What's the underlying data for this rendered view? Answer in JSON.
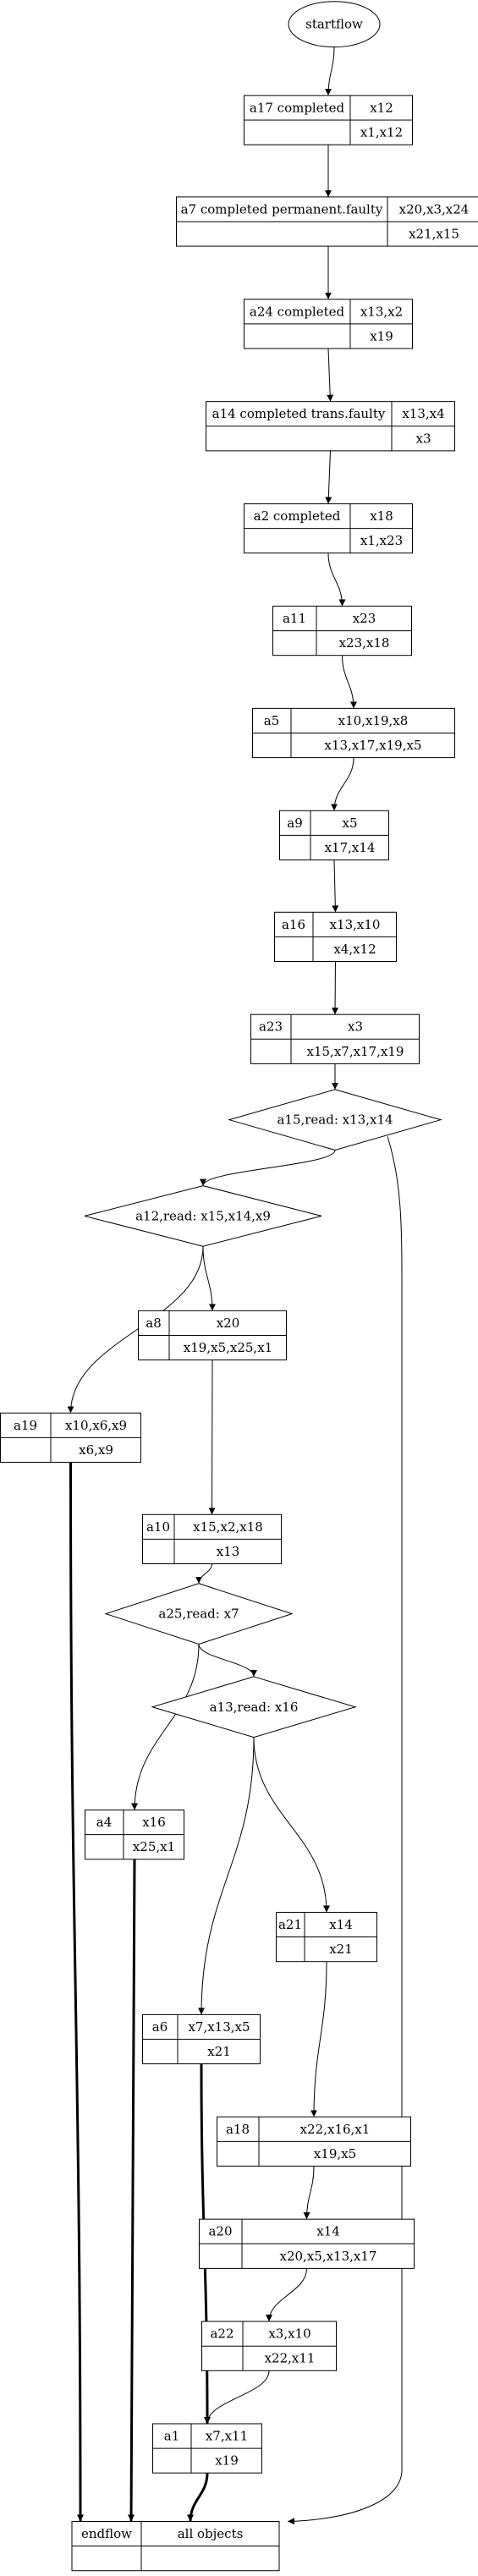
{
  "start": {
    "label": "startflow"
  },
  "nodes": [
    {
      "id": "a17",
      "label": "a17 completed",
      "top": "x12",
      "bottom": "x1,x12"
    },
    {
      "id": "a7",
      "label": "a7 completed permanent.faulty",
      "top": "x20,x3,x24",
      "bottom": "x21,x15"
    },
    {
      "id": "a24",
      "label": "a24 completed",
      "top": "x13,x2",
      "bottom": "x19"
    },
    {
      "id": "a14",
      "label": "a14 completed trans.faulty",
      "top": "x13,x4",
      "bottom": "x3"
    },
    {
      "id": "a2",
      "label": "a2 completed",
      "top": "x18",
      "bottom": "x1,x23"
    },
    {
      "id": "a11",
      "label": "a11",
      "top": "x23",
      "bottom": "x23,x18"
    },
    {
      "id": "a5",
      "label": "a5",
      "top": "x10,x19,x8",
      "bottom": "x13,x17,x19,x5"
    },
    {
      "id": "a9",
      "label": "a9",
      "top": "x5",
      "bottom": "x17,x14"
    },
    {
      "id": "a16",
      "label": "a16",
      "top": "x13,x10",
      "bottom": "x4,x12"
    },
    {
      "id": "a23",
      "label": "a23",
      "top": "x3",
      "bottom": "x15,x7,x17,x19"
    },
    {
      "id": "a8",
      "label": "a8",
      "top": "x20",
      "bottom": "x19,x5,x25,x1"
    },
    {
      "id": "a19",
      "label": "a19",
      "top": "x10,x6,x9",
      "bottom": "x6,x9"
    },
    {
      "id": "a10",
      "label": "a10",
      "top": "x15,x2,x18",
      "bottom": "x13"
    },
    {
      "id": "a4",
      "label": "a4",
      "top": "x16",
      "bottom": "x25,x1"
    },
    {
      "id": "a21",
      "label": "a21",
      "top": "x14",
      "bottom": "x21"
    },
    {
      "id": "a6",
      "label": "a6",
      "top": "x7,x13,x5",
      "bottom": "x21"
    },
    {
      "id": "a18",
      "label": "a18",
      "top": "x22,x16,x1",
      "bottom": "x19,x5"
    },
    {
      "id": "a20",
      "label": "a20",
      "top": "x14",
      "bottom": "x20,x5,x13,x17"
    },
    {
      "id": "a22",
      "label": "a22",
      "top": "x3,x10",
      "bottom": "x22,x11"
    },
    {
      "id": "a1",
      "label": "a1",
      "top": "x7,x11",
      "bottom": "x19"
    }
  ],
  "decisions": [
    {
      "id": "a15",
      "label": "a15,read: x13,x14"
    },
    {
      "id": "a12",
      "label": "a12,read: x15,x14,x9"
    },
    {
      "id": "a25",
      "label": "a25,read: x7"
    },
    {
      "id": "a13",
      "label": "a13,read: x16"
    }
  ],
  "end": {
    "label": "endflow",
    "right": "all objects"
  },
  "edges": [
    {
      "from": "start",
      "to": "a17"
    },
    {
      "from": "a17",
      "to": "a7"
    },
    {
      "from": "a7",
      "to": "a24"
    },
    {
      "from": "a24",
      "to": "a14"
    },
    {
      "from": "a14",
      "to": "a2"
    },
    {
      "from": "a2",
      "to": "a11"
    },
    {
      "from": "a11",
      "to": "a5"
    },
    {
      "from": "a5",
      "to": "a9"
    },
    {
      "from": "a9",
      "to": "a16"
    },
    {
      "from": "a16",
      "to": "a23"
    },
    {
      "from": "a23",
      "to": "a15"
    },
    {
      "from": "a15",
      "to": "a12"
    },
    {
      "from": "a15",
      "to": "end"
    },
    {
      "from": "a12",
      "to": "a19"
    },
    {
      "from": "a12",
      "to": "a8"
    },
    {
      "from": "a8",
      "to": "a10"
    },
    {
      "from": "a10",
      "to": "a25"
    },
    {
      "from": "a25",
      "to": "a4"
    },
    {
      "from": "a25",
      "to": "a13"
    },
    {
      "from": "a13",
      "to": "a6"
    },
    {
      "from": "a13",
      "to": "a21"
    },
    {
      "from": "a21",
      "to": "a18"
    },
    {
      "from": "a18",
      "to": "a20"
    },
    {
      "from": "a20",
      "to": "a22"
    },
    {
      "from": "a22",
      "to": "a1"
    },
    {
      "from": "a6",
      "to": "a1",
      "bold": true
    },
    {
      "from": "a19",
      "to": "end",
      "bold": true
    },
    {
      "from": "a4",
      "to": "end",
      "bold": true
    },
    {
      "from": "a1",
      "to": "end",
      "bold": true
    }
  ]
}
